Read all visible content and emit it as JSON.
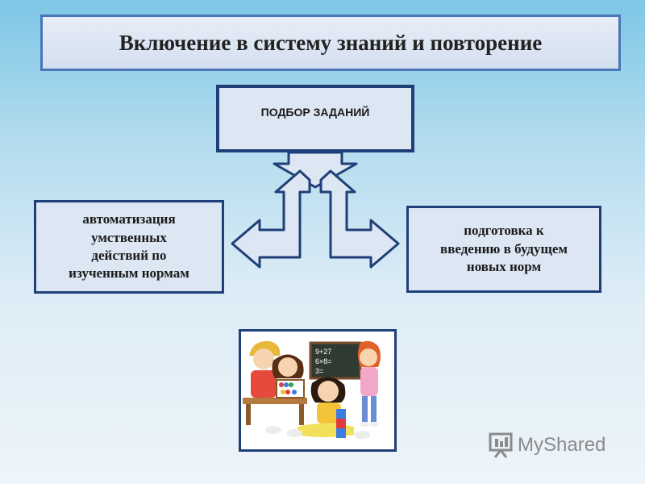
{
  "title": "Включение в систему знаний и повторение",
  "top_node": "ПОДБОР ЗАДАНИЙ",
  "left_node": [
    "автоматизация",
    "умственных",
    "действий по",
    "изученным нормам"
  ],
  "right_node": [
    "подготовка к",
    "введению в будущем",
    "новых норм"
  ],
  "illustration": {
    "blackboard_lines": [
      "9+27",
      "6×8=",
      "3="
    ]
  },
  "watermark": {
    "text": "MyShared",
    "icon": "presentation-board-icon"
  },
  "colors": {
    "box_border": "#1f3f78",
    "box_fill": "#dde6f3",
    "title_border": "#4a76b8"
  }
}
